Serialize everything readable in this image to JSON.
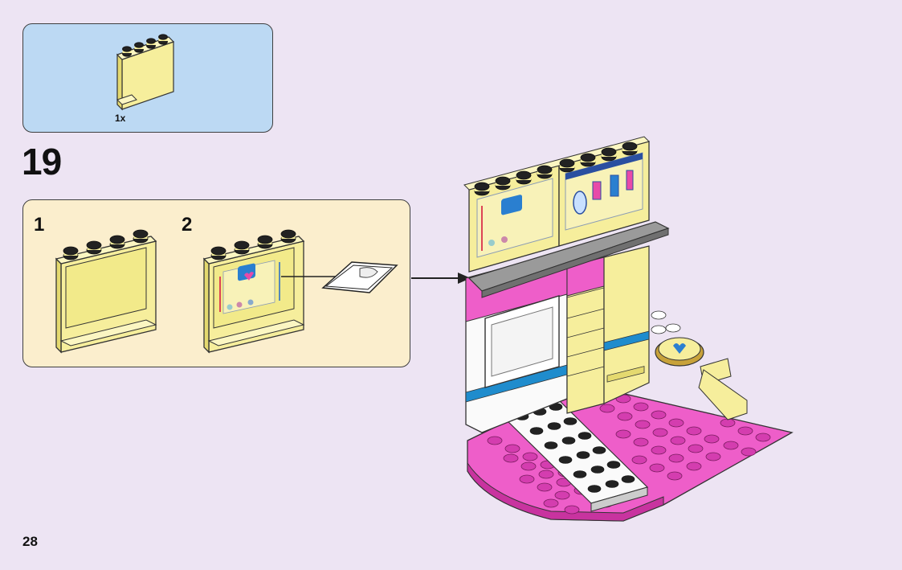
{
  "parts_list": {
    "quantity": "1x",
    "part": "yellow-panel"
  },
  "step": {
    "number": "19"
  },
  "sub_steps": [
    {
      "number": "1"
    },
    {
      "number": "2"
    }
  ],
  "page": {
    "number": "28"
  },
  "colors": {
    "background": "#ede4f3",
    "parts_box": "#bcd9f3",
    "substep_box": "#fbeecd",
    "brick_yellow": "#f6ee9c",
    "brick_pink": "#ee5ec9",
    "brick_white": "#ffffff",
    "brick_grey": "#9a9a9a",
    "accent_blue": "#1f8ccd"
  }
}
